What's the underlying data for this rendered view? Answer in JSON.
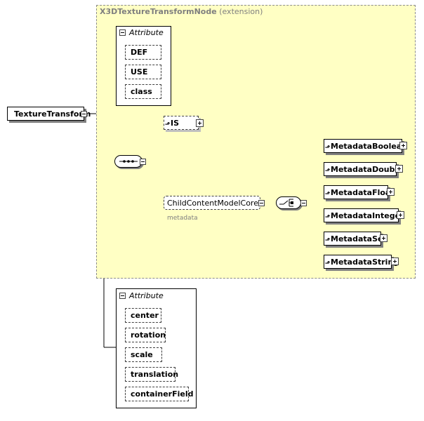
{
  "extension": {
    "name": "X3DTextureTransformNode",
    "suffix": "(extension)"
  },
  "root": {
    "label": "TextureTransform"
  },
  "attribute_group_1": {
    "header": "Attribute",
    "items": [
      "DEF",
      "USE",
      "class"
    ]
  },
  "sequence": {
    "is_label": "IS",
    "group_label": "ChildContentModelCore",
    "group_sub_label": "metadata"
  },
  "choice_items": [
    "MetadataBoolean",
    "MetadataDouble",
    "MetadataFloat",
    "MetadataInteger",
    "MetadataSet",
    "MetadataString"
  ],
  "attribute_group_2": {
    "header": "Attribute",
    "items": [
      "center",
      "rotation",
      "scale",
      "translation",
      "containerField"
    ]
  }
}
